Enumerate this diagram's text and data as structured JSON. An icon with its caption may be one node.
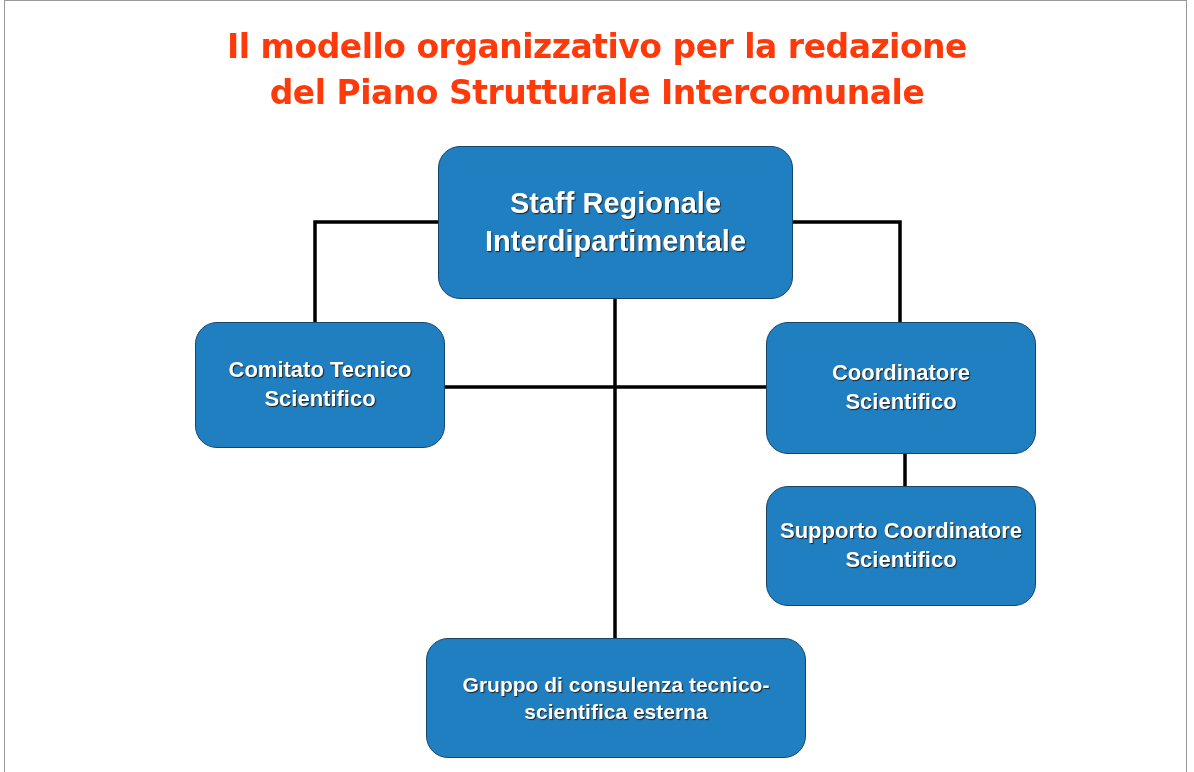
{
  "diagram": {
    "title": "Il modello organizzativo per la redazione del Piano Strutturale Intercomunale",
    "nodes": [
      {
        "text": [
          "Staff Regionale Interdipartimentale"
        ]
      },
      {
        "text": [
          "Comitato Tecnico Scientifico"
        ]
      },
      {
        "text": [
          "Coordinatore Scientifico"
        ]
      },
      {
        "text": [
          "Supporto Coordinatore Scientifico"
        ]
      },
      {
        "text": [
          "Gruppo di consulenza tecnico-scientifica esterna"
        ]
      }
    ],
    "edges": [
      {
        "from": 0,
        "to": 1,
        "arrow": "none"
      },
      {
        "from": 0,
        "to": 2,
        "arrow": "none"
      },
      {
        "from": 1,
        "to": 2,
        "arrow": "none"
      },
      {
        "from": 2,
        "to": 3,
        "arrow": "none"
      },
      {
        "from": 0,
        "to": 4,
        "arrow": "none"
      }
    ]
  }
}
